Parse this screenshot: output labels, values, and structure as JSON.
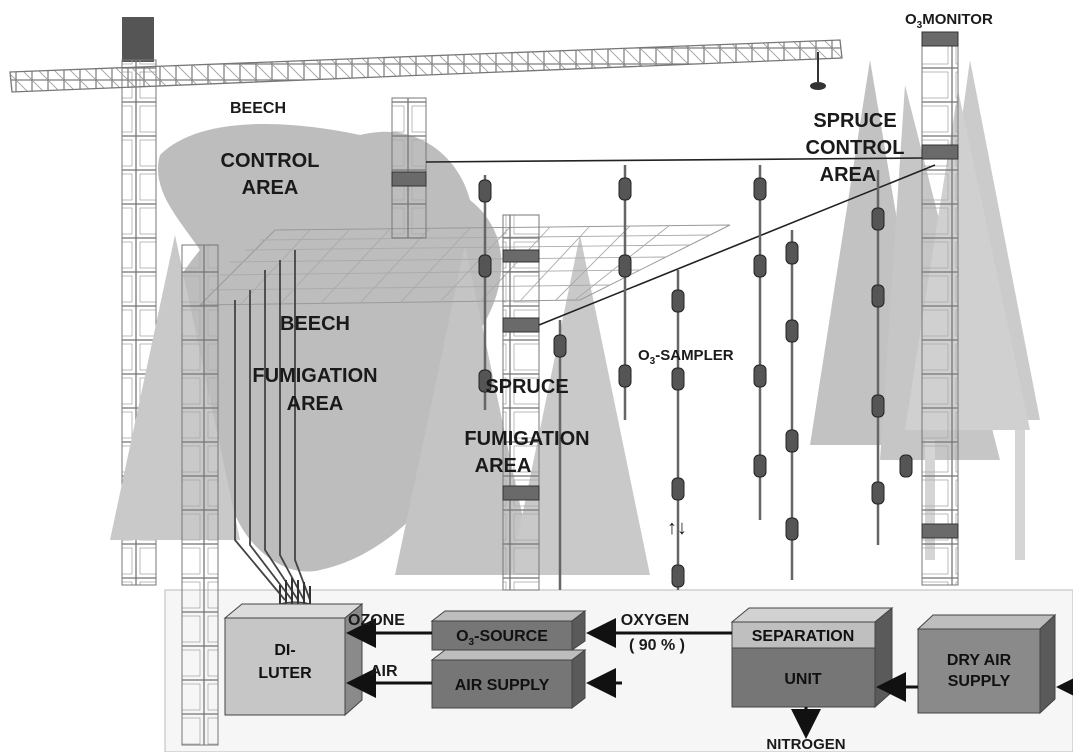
{
  "labels": {
    "beech_control_1": "BEECH",
    "beech_control_2": "CONTROL",
    "beech_control_3": "AREA",
    "spruce_control_1": "SPRUCE",
    "spruce_control_2": "CONTROL",
    "spruce_control_3": "AREA",
    "o3_monitor_prefix": "O",
    "o3_monitor_sub": "3",
    "o3_monitor_suffix": "MONITOR",
    "beech_fum_1": "BEECH",
    "beech_fum_2": "FUMIGATION",
    "beech_fum_3": "AREA",
    "spruce_fum_1": "SPRUCE",
    "spruce_fum_2": "FUMIGATION",
    "spruce_fum_3": "AREA",
    "sampler_prefix": "O",
    "sampler_sub": "3",
    "sampler_suffix": "-SAMPLER",
    "updown": "↑↓"
  },
  "boxes": {
    "diluter_1": "DI-",
    "diluter_2": "LUTER",
    "o3_source_prefix": "O",
    "o3_source_sub": "3",
    "o3_source_suffix": "-SOURCE",
    "air_supply": "AIR SUPPLY",
    "separation": "SEPARATION",
    "unit": "UNIT",
    "dry_air_1": "DRY AIR",
    "dry_air_2": "SUPPLY"
  },
  "flows": {
    "ozone": "OZONE",
    "air": "AIR",
    "oxygen": "OXYGEN",
    "oxygen_pct": "( 90 % )",
    "nitrogen": "NITROGEN"
  },
  "colors": {
    "tree": "#c9c9c9",
    "canopy": "#b8b8b8",
    "box_dark": "#6e6e6e",
    "box_light": "#c8c8c8",
    "sampler": "#5a5a5a"
  }
}
